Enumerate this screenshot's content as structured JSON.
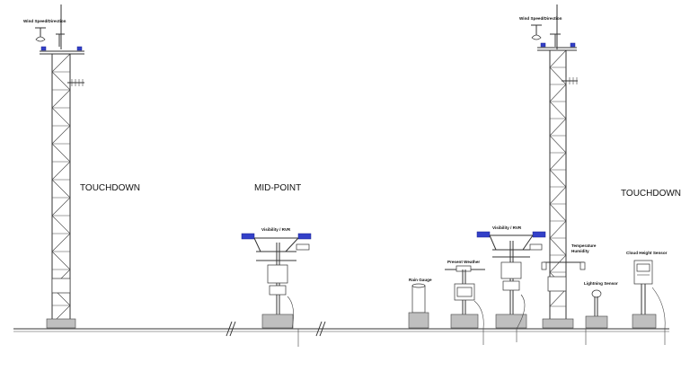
{
  "sections": {
    "touchdown_left": "TOUCHDOWN",
    "midpoint": "MID-POINT",
    "touchdown_right": "TOUCHDOWN"
  },
  "labels": {
    "wind_left": "Wind Speed/Direction",
    "wind_right": "Wind Speed/Direction",
    "vis_mid": "Visibility / RVR",
    "vis_right": "Visibility / RVR",
    "rain": "Rain Gauge",
    "present_weather": "Present Weather",
    "temp_line1": "Temperature",
    "temp_line2": "Humidity",
    "lightning": "Lightning Sensor",
    "cloud": "Cloud Height Sensor"
  },
  "colors": {
    "line": "#333333",
    "sensor_blue": "#3340c8",
    "base_gray": "#bfbfbf",
    "background": "#ffffff"
  }
}
